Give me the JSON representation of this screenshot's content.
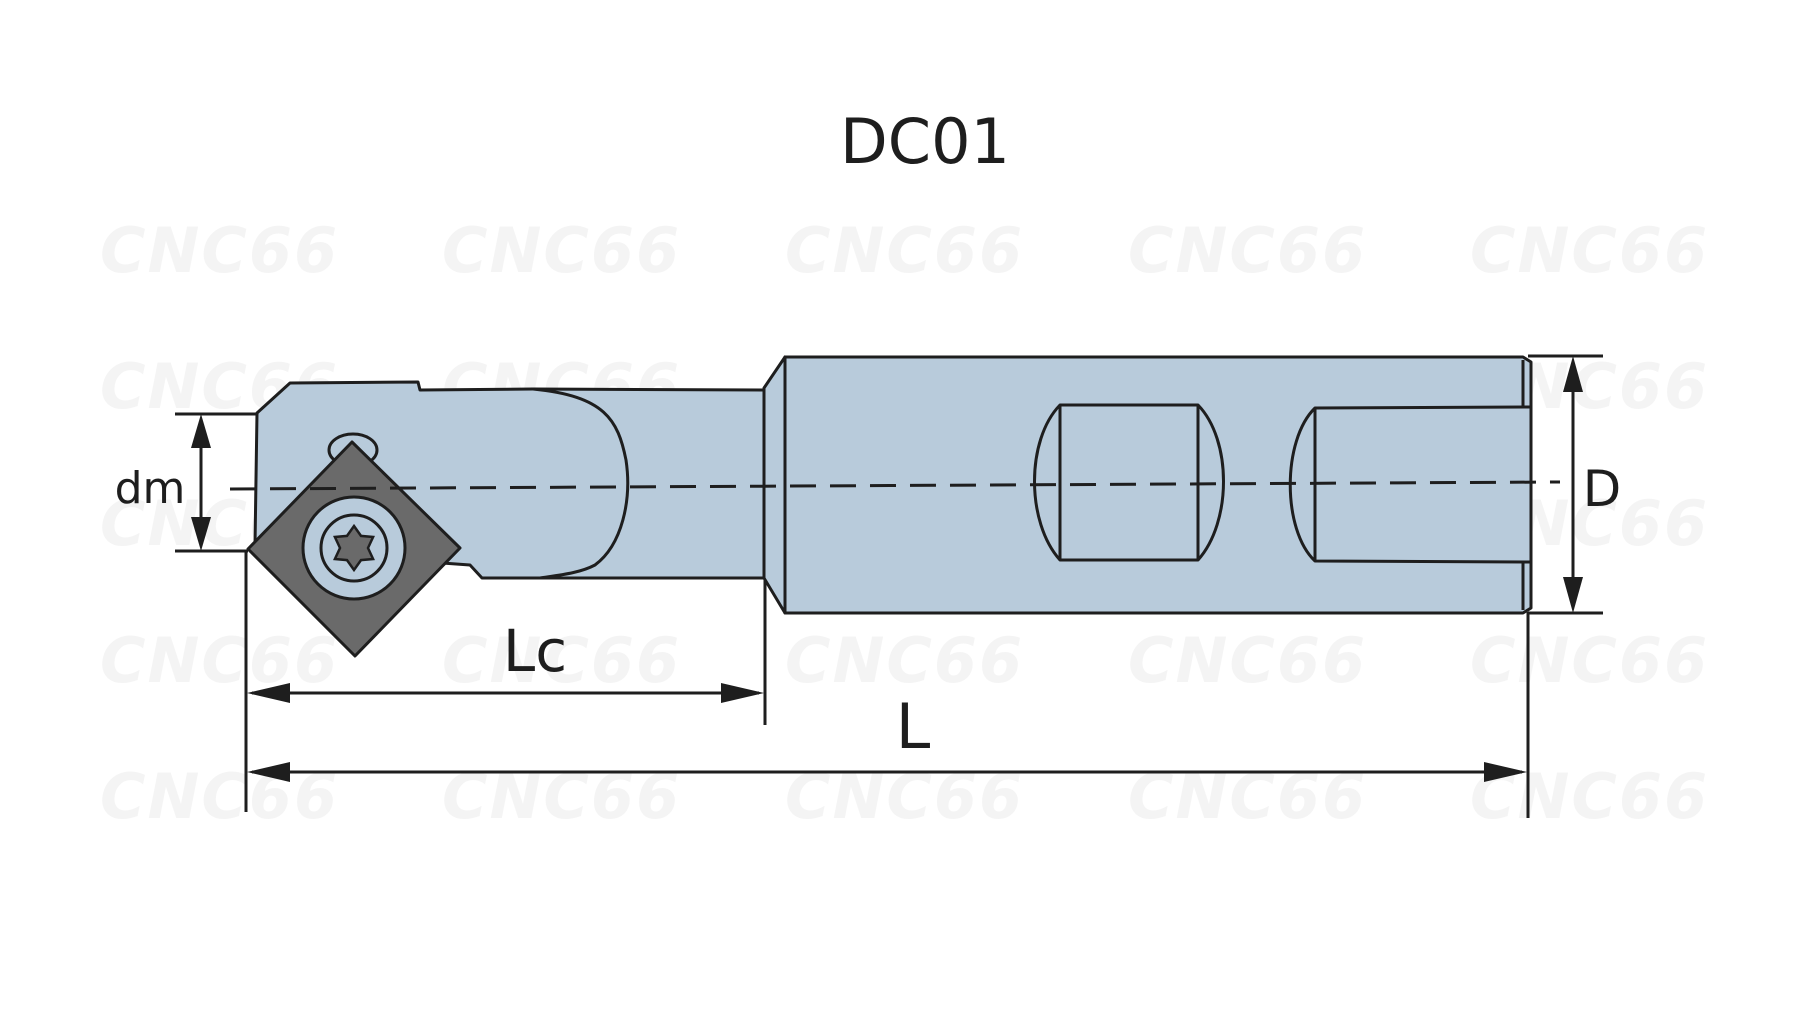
{
  "title": "DC01",
  "watermark": "CNC66",
  "dimension_labels": {
    "dm": "dm",
    "D": "D",
    "Lc": "Lc",
    "L": "L"
  },
  "colors": {
    "body_fill": "#b8cbdb",
    "insert_fill": "#6a6a6a",
    "outline": "#1e1e1e",
    "watermark": "#ececec",
    "background": "#ffffff"
  },
  "icons": {
    "screw_head": "torx-screw-icon",
    "insert": "square-insert-icon"
  }
}
